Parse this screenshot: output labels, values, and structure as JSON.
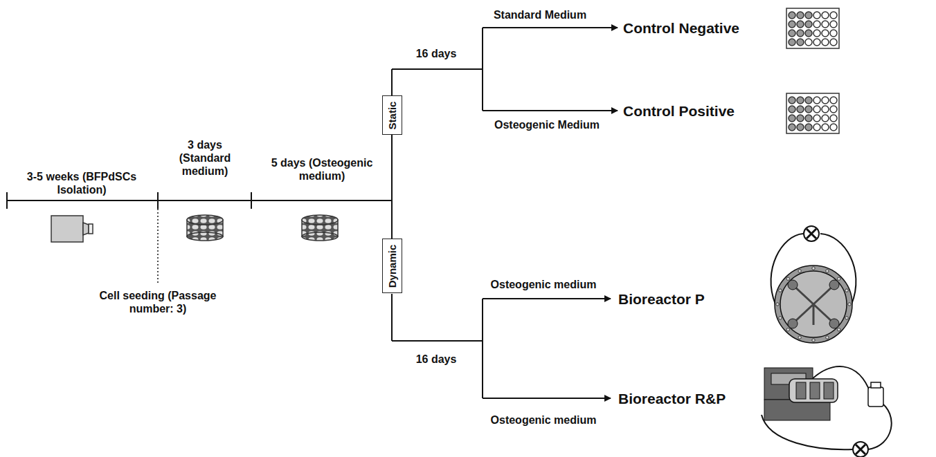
{
  "diagram": {
    "nodes": [
      {
        "text": [
          "Static"
        ]
      },
      {
        "text": [
          "Dynamic"
        ]
      }
    ],
    "edges": [
      {
        "from": 0,
        "to": 1,
        "arrow": "none"
      }
    ],
    "labels": [
      "3-5 weeks (BFPdSCs Isolation)",
      "3 days (Standard medium)",
      "5 days (Osteogenic medium)",
      "Cell seeding (Passage number: 3)",
      "16 days",
      "Standard Medium",
      "Control Negative",
      "Osteogenic Medium",
      "Control Positive",
      "16 days",
      "Osteogenic medium",
      "Bioreactor P",
      "Osteogenic medium",
      "Bioreactor R&P"
    ]
  }
}
